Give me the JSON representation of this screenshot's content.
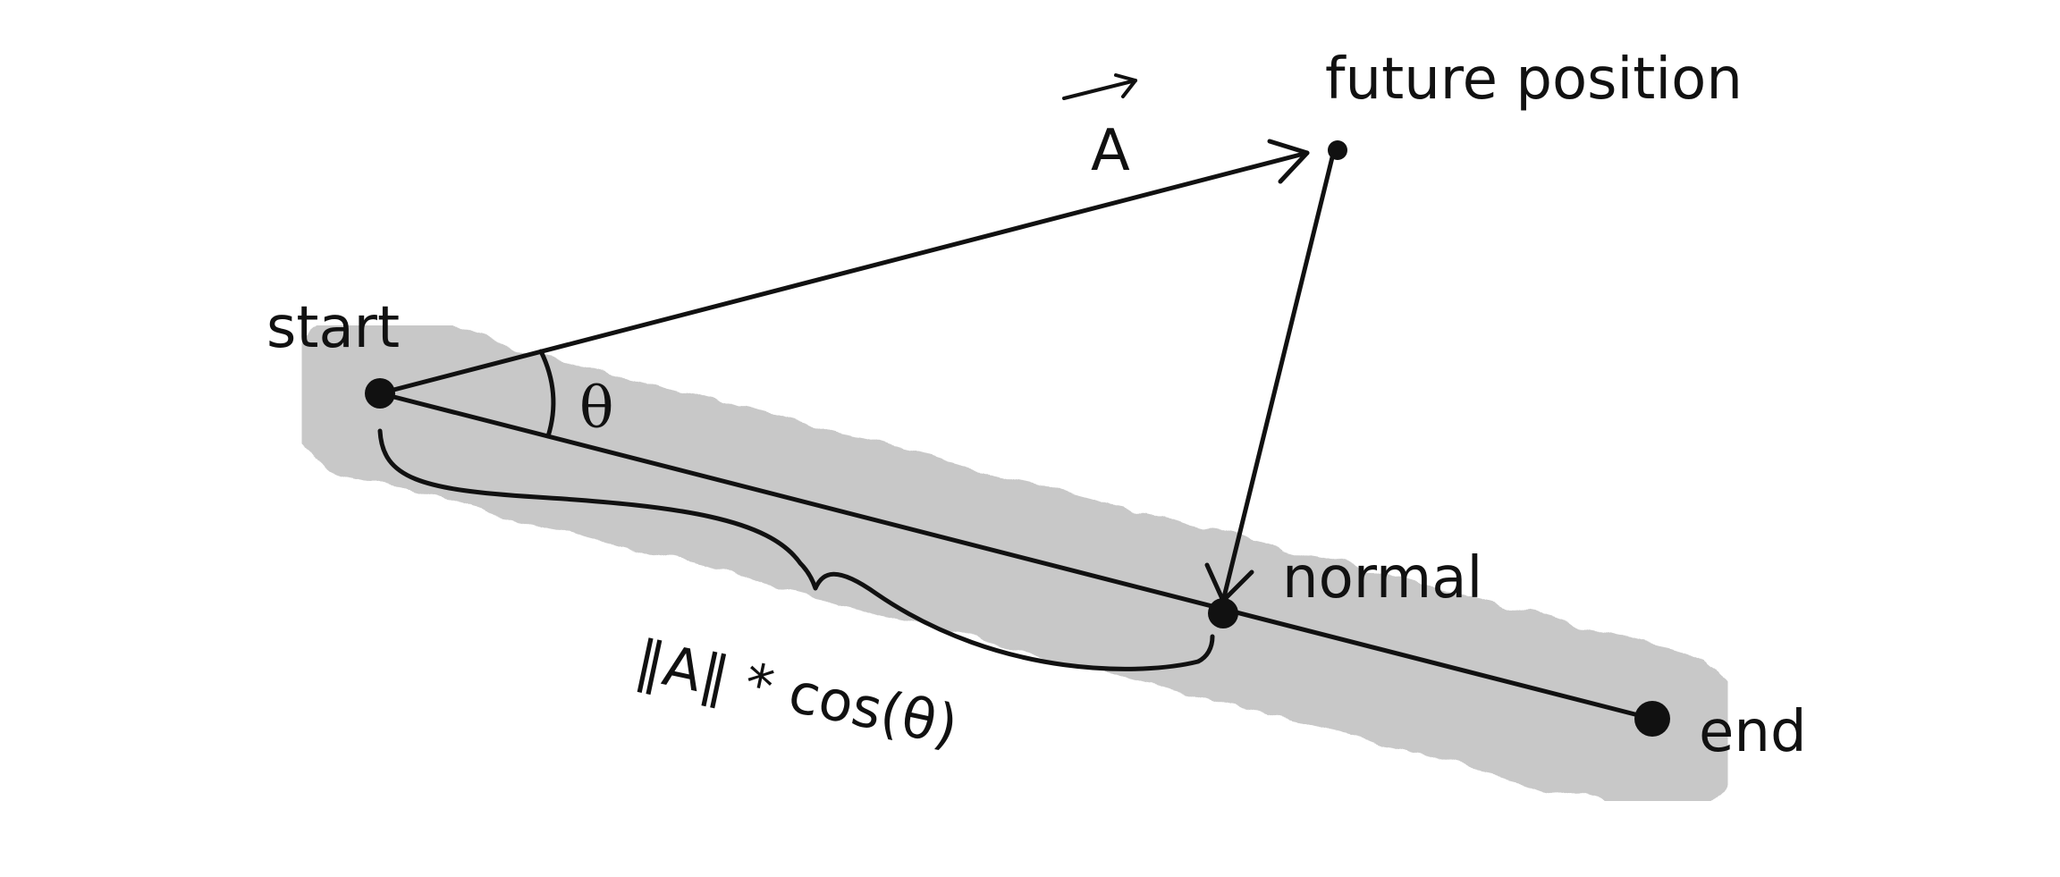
{
  "labels": {
    "start": "start",
    "end": "end",
    "future_position": "future position",
    "normal": "normal",
    "vector_a": "A",
    "theta": "θ",
    "projection": "‖A‖ * cos(θ)"
  },
  "colors": {
    "ink": "#111111",
    "path_band": "#c8c8c8",
    "background": "#ffffff"
  }
}
